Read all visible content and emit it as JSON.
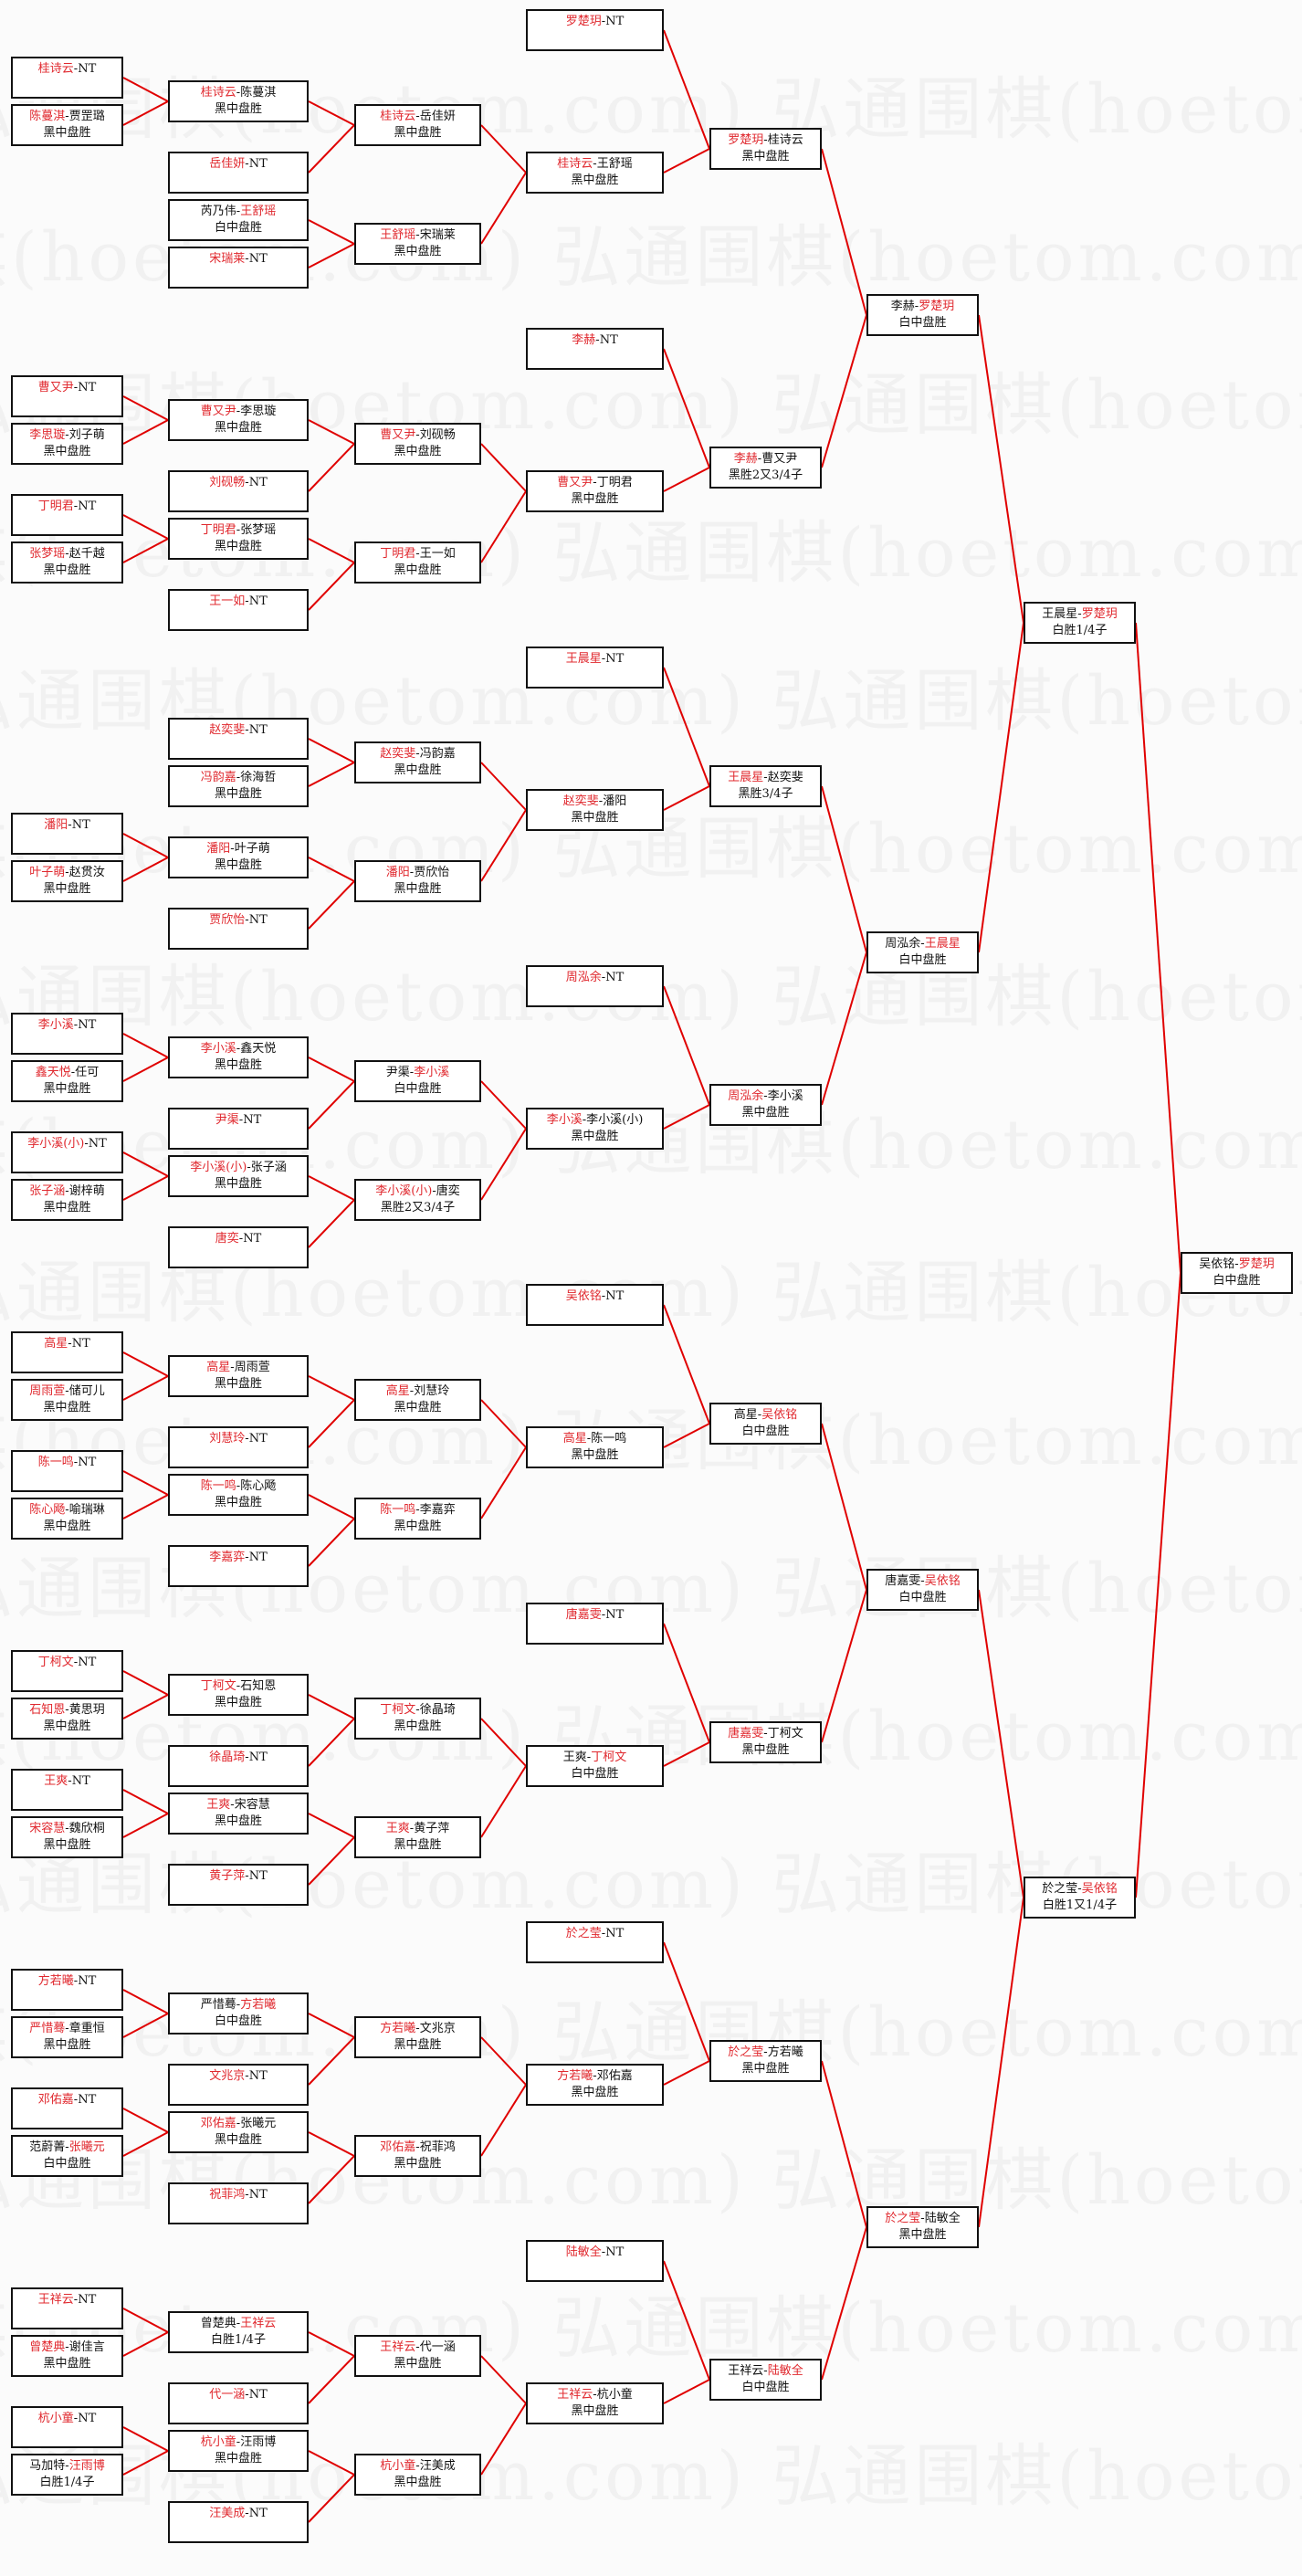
{
  "watermark": "弘通围棋(hoetom.com) 弘通围棋(hoetom.com) 弘通围棋(hoetom.com)",
  "colors": {
    "line": "#e00000",
    "winner": "#e0282e",
    "border": "#111111"
  },
  "nt_label": "NT",
  "separator": "-",
  "units": [
    {
      "nt": "罗楚玥",
      "merged": {
        "a": "桂诗云",
        "b": "王舒瑶",
        "red": 0,
        "res": "黑中盘胜"
      },
      "col5": {
        "a": "罗楚玥",
        "b": "桂诗云",
        "red": 0,
        "res": "黑中盘胜"
      },
      "top": {
        "type": "a",
        "c1nt": "桂诗云",
        "c1m": {
          "a": "陈蔓淇",
          "b": "贾罡璐",
          "red": 0,
          "res": "黑中盘胜"
        },
        "c2m": {
          "a": "桂诗云",
          "b": "陈蔓淇",
          "red": 0,
          "res": "黑中盘胜"
        },
        "c2nt": "岳佳妍",
        "c3": {
          "a": "桂诗云",
          "b": "岳佳妍",
          "red": 0,
          "res": "黑中盘胜"
        }
      },
      "bottom": {
        "type": "b",
        "c2a": {
          "a": "芮乃伟",
          "b": "王舒瑶",
          "red": 1,
          "res": "白中盘胜"
        },
        "c2nt": "宋瑞莱",
        "c3": {
          "a": "王舒瑶",
          "b": "宋瑞莱",
          "red": 0,
          "res": "黑中盘胜"
        }
      }
    },
    {
      "nt": "李赫",
      "merged": {
        "a": "曹又尹",
        "b": "丁明君",
        "red": 0,
        "res": "黑中盘胜"
      },
      "col5": {
        "a": "李赫",
        "b": "曹又尹",
        "red": 0,
        "res": "黑胜2又3/4子"
      },
      "top": {
        "type": "a",
        "c1nt": "曹又尹",
        "c1m": {
          "a": "李思璇",
          "b": "刘子萌",
          "red": 0,
          "res": "黑中盘胜"
        },
        "c2m": {
          "a": "曹又尹",
          "b": "李思璇",
          "red": 0,
          "res": "黑中盘胜"
        },
        "c2nt": "刘砚畅",
        "c3": {
          "a": "曹又尹",
          "b": "刘砚畅",
          "red": 0,
          "res": "黑中盘胜"
        }
      },
      "bottom": {
        "type": "a",
        "c1nt": "丁明君",
        "c1m": {
          "a": "张梦瑶",
          "b": "赵千越",
          "red": 0,
          "res": "黑中盘胜"
        },
        "c2m": {
          "a": "丁明君",
          "b": "张梦瑶",
          "red": 0,
          "res": "黑中盘胜"
        },
        "c2nt": "王一如",
        "c3": {
          "a": "丁明君",
          "b": "王一如",
          "red": 0,
          "res": "黑中盘胜"
        }
      }
    },
    {
      "nt": "王晨星",
      "merged": {
        "a": "赵奕斐",
        "b": "潘阳",
        "red": 0,
        "res": "黑中盘胜"
      },
      "col5": {
        "a": "王晨星",
        "b": "赵奕斐",
        "red": 0,
        "res": "黑胜3/4子"
      },
      "top": {
        "type": "b2",
        "c2nt0": "赵奕斐",
        "c2a": {
          "a": "冯韵嘉",
          "b": "徐海哲",
          "red": 0,
          "res": "黑中盘胜"
        },
        "c3": {
          "a": "赵奕斐",
          "b": "冯韵嘉",
          "red": 0,
          "res": "黑中盘胜"
        }
      },
      "bottom": {
        "type": "a",
        "c1nt": "潘阳",
        "c1m": {
          "a": "叶子萌",
          "b": "赵贯汝",
          "red": 0,
          "res": "黑中盘胜"
        },
        "c2m": {
          "a": "潘阳",
          "b": "叶子萌",
          "red": 0,
          "res": "黑中盘胜"
        },
        "c2nt": "贾欣怡",
        "c3": {
          "a": "潘阳",
          "b": "贾欣怡",
          "red": 0,
          "res": "黑中盘胜"
        }
      }
    },
    {
      "nt": "周泓余",
      "merged": {
        "a": "李小溪",
        "b": "李小溪(小)",
        "red": 0,
        "res": "黑中盘胜"
      },
      "col5": {
        "a": "周泓余",
        "b": "李小溪",
        "red": 0,
        "res": "黑中盘胜"
      },
      "top": {
        "type": "a",
        "c1nt": "李小溪",
        "c1m": {
          "a": "鑫天悦",
          "b": "任可",
          "red": 0,
          "res": "黑中盘胜"
        },
        "c2m": {
          "a": "李小溪",
          "b": "鑫天悦",
          "red": 0,
          "res": "黑中盘胜"
        },
        "c2nt": "尹渠",
        "c3": {
          "a": "尹渠",
          "b": "李小溪",
          "red": 1,
          "res": "白中盘胜"
        }
      },
      "bottom": {
        "type": "a",
        "c1nt": "李小溪(小)",
        "c1m": {
          "a": "张子涵",
          "b": "谢梓萌",
          "red": 0,
          "res": "黑中盘胜"
        },
        "c2m": {
          "a": "李小溪(小)",
          "b": "张子涵",
          "red": 0,
          "res": "黑中盘胜"
        },
        "c2nt": "唐奕",
        "c3": {
          "a": "李小溪(小)",
          "b": "唐奕",
          "red": 0,
          "res": "黑胜2又3/4子"
        }
      }
    },
    {
      "nt": "吴依铭",
      "merged": {
        "a": "高星",
        "b": "陈一鸣",
        "red": 0,
        "res": "黑中盘胜"
      },
      "col5": {
        "a": "高星",
        "b": "吴依铭",
        "red": 1,
        "res": "白中盘胜"
      },
      "top": {
        "type": "a",
        "c1nt": "高星",
        "c1m": {
          "a": "周雨萱",
          "b": "储可儿",
          "red": 0,
          "res": "黑中盘胜"
        },
        "c2m": {
          "a": "高星",
          "b": "周雨萱",
          "red": 0,
          "res": "黑中盘胜"
        },
        "c2nt": "刘慧玲",
        "c3": {
          "a": "高星",
          "b": "刘慧玲",
          "red": 0,
          "res": "黑中盘胜"
        }
      },
      "bottom": {
        "type": "a",
        "c1nt": "陈一鸣",
        "c1m": {
          "a": "陈心飏",
          "b": "喻瑞琳",
          "red": 0,
          "res": "黑中盘胜"
        },
        "c2m": {
          "a": "陈一鸣",
          "b": "陈心飏",
          "red": 0,
          "res": "黑中盘胜"
        },
        "c2nt": "李嘉弈",
        "c3": {
          "a": "陈一鸣",
          "b": "李嘉弈",
          "red": 0,
          "res": "黑中盘胜"
        }
      }
    },
    {
      "nt": "唐嘉雯",
      "merged": {
        "a": "王爽",
        "b": "丁柯文",
        "red": 1,
        "res": "白中盘胜"
      },
      "col5": {
        "a": "唐嘉雯",
        "b": "丁柯文",
        "red": 0,
        "res": "黑中盘胜"
      },
      "top": {
        "type": "a",
        "c1nt": "丁柯文",
        "c1m": {
          "a": "石知恩",
          "b": "黄思玥",
          "red": 0,
          "res": "黑中盘胜"
        },
        "c2m": {
          "a": "丁柯文",
          "b": "石知恩",
          "red": 0,
          "res": "黑中盘胜"
        },
        "c2nt": "徐晶琦",
        "c3": {
          "a": "丁柯文",
          "b": "徐晶琦",
          "red": 0,
          "res": "黑中盘胜"
        }
      },
      "bottom": {
        "type": "a",
        "c1nt": "王爽",
        "c1m": {
          "a": "宋容慧",
          "b": "魏欣桐",
          "red": 0,
          "res": "黑中盘胜"
        },
        "c2m": {
          "a": "王爽",
          "b": "宋容慧",
          "red": 0,
          "res": "黑中盘胜"
        },
        "c2nt": "黄子萍",
        "c3": {
          "a": "王爽",
          "b": "黄子萍",
          "red": 0,
          "res": "黑中盘胜"
        }
      }
    },
    {
      "nt": "於之莹",
      "merged": {
        "a": "方若曦",
        "b": "邓佑嘉",
        "red": 0,
        "res": "黑中盘胜"
      },
      "col5": {
        "a": "於之莹",
        "b": "方若曦",
        "red": 0,
        "res": "黑中盘胜"
      },
      "top": {
        "type": "a",
        "c1nt": "方若曦",
        "c1m": {
          "a": "严惜蓦",
          "b": "章重恒",
          "red": 0,
          "res": "黑中盘胜"
        },
        "c2m": {
          "a": "严惜蓦",
          "b": "方若曦",
          "red": 1,
          "res": "白中盘胜"
        },
        "c2nt": "文兆京",
        "c3": {
          "a": "方若曦",
          "b": "文兆京",
          "red": 0,
          "res": "黑中盘胜"
        }
      },
      "bottom": {
        "type": "a",
        "c1nt": "邓佑嘉",
        "c1m": {
          "a": "范蔚菁",
          "b": "张曦元",
          "red": 1,
          "res": "白中盘胜"
        },
        "c2m": {
          "a": "邓佑嘉",
          "b": "张曦元",
          "red": 0,
          "res": "黑中盘胜"
        },
        "c2nt": "祝菲鸿",
        "c3": {
          "a": "邓佑嘉",
          "b": "祝菲鸿",
          "red": 0,
          "res": "黑中盘胜"
        }
      }
    },
    {
      "nt": "陆敏全",
      "merged": {
        "a": "王祥云",
        "b": "杭小童",
        "red": 0,
        "res": "黑中盘胜"
      },
      "col5": {
        "a": "王祥云",
        "b": "陆敏全",
        "red": 1,
        "res": "白中盘胜"
      },
      "top": {
        "type": "a",
        "c1nt": "王祥云",
        "c1m": {
          "a": "曾楚典",
          "b": "谢佳言",
          "red": 0,
          "res": "黑中盘胜"
        },
        "c2m": {
          "a": "曾楚典",
          "b": "王祥云",
          "red": 1,
          "res": "白胜1/4子"
        },
        "c2nt": "代一涵",
        "c3": {
          "a": "王祥云",
          "b": "代一涵",
          "red": 0,
          "res": "黑中盘胜"
        }
      },
      "bottom": {
        "type": "a",
        "c1nt": "杭小童",
        "c1m": {
          "a": "马加特",
          "b": "汪雨博",
          "red": 1,
          "res": "白胜1/4子"
        },
        "c2m": {
          "a": "杭小童",
          "b": "汪雨博",
          "red": 0,
          "res": "黑中盘胜"
        },
        "c2nt": "汪美成",
        "c3": {
          "a": "杭小童",
          "b": "汪美成",
          "red": 0,
          "res": "黑中盘胜"
        }
      }
    }
  ],
  "col6": [
    {
      "a": "李赫",
      "b": "罗楚玥",
      "red": 1,
      "res": "白中盘胜"
    },
    {
      "a": "周泓余",
      "b": "王晨星",
      "red": 1,
      "res": "白中盘胜"
    },
    {
      "a": "唐嘉雯",
      "b": "吴依铭",
      "red": 1,
      "res": "白中盘胜"
    },
    {
      "a": "於之莹",
      "b": "陆敏全",
      "red": 0,
      "res": "黑中盘胜"
    }
  ],
  "col7": [
    {
      "a": "王晨星",
      "b": "罗楚玥",
      "red": 1,
      "res": "白胜1/4子"
    },
    {
      "a": "於之莹",
      "b": "吴依铭",
      "red": 1,
      "res": "白胜1又1/4子"
    }
  ],
  "final": {
    "a": "吴依铭",
    "b": "罗楚玥",
    "red": 1,
    "res": "白中盘胜"
  }
}
